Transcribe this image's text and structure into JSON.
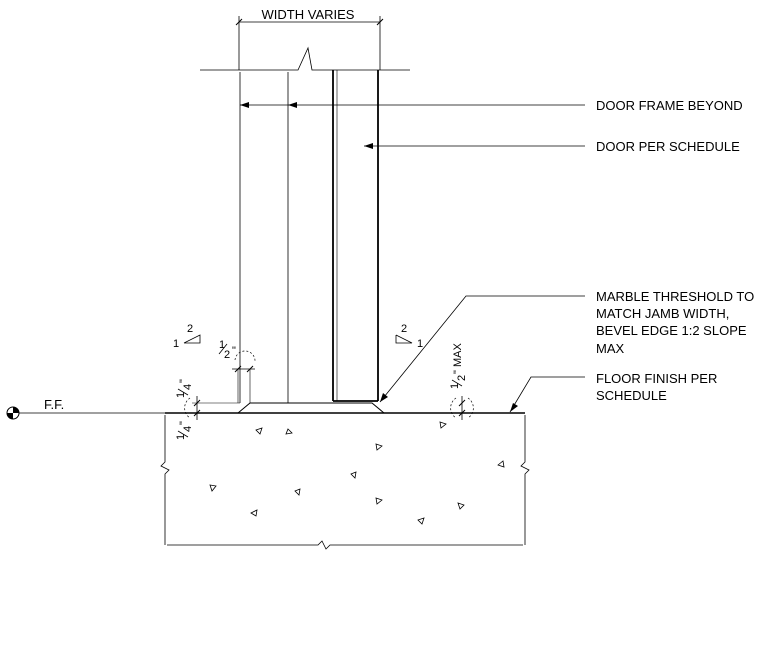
{
  "labels": {
    "width_varies": "WIDTH VARIES",
    "door_frame": "DOOR FRAME BEYOND",
    "door": "DOOR PER SCHEDULE",
    "threshold_1": "MARBLE THRESHOLD TO",
    "threshold_2": "MATCH JAMB WIDTH,",
    "threshold_3": "BEVEL EDGE 1:2 SLOPE",
    "threshold_4": "MAX",
    "floor_1": "FLOOR FINISH PER",
    "floor_2": "SCHEDULE",
    "ff": "F.F."
  },
  "slope_left": {
    "rise": "1",
    "run": "2"
  },
  "slope_right": {
    "rise": "1",
    "run": "2"
  },
  "dims": {
    "half_inch_num": "1",
    "half_inch_den": "2",
    "half_inch_unit": "\"",
    "quarter_num": "1",
    "quarter_den": "4",
    "quarter_unit": "\"",
    "half_max_num": "1",
    "half_max_den": "2",
    "half_max_unit": "\"",
    "max": "MAX"
  }
}
